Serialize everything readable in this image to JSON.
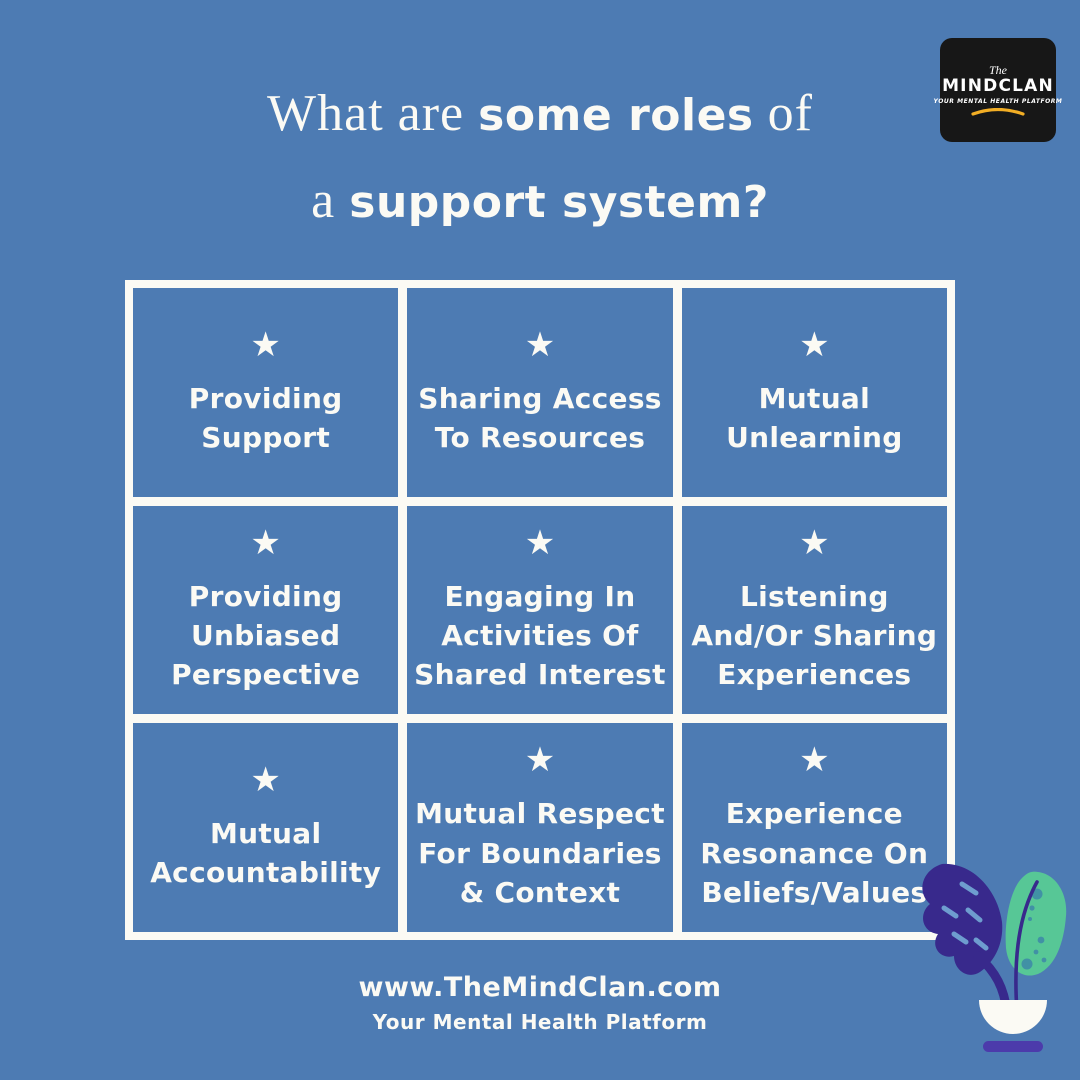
{
  "colors": {
    "bg": "#4d7bb3",
    "white": "#fbfaf4",
    "logo_bg": "#171717",
    "logo_yellow": "#f2ae25",
    "plant_purple": "#38298c",
    "plant_base": "#4c3bab",
    "plant_green": "#57c796",
    "plant_dot": "#4191a5",
    "leaf_dash": "#6e9dcf"
  },
  "title": {
    "serif_1": "What are ",
    "marker_1": "some roles",
    "serif_2": " of",
    "serif_3": "a ",
    "marker_2": "support system?"
  },
  "logo": {
    "the": "The",
    "name": "MINDCLAN",
    "tagline": "YOUR MENTAL HEALTH PLATFORM"
  },
  "icons": {
    "star": "★"
  },
  "grid": {
    "cells": [
      {
        "label": "Providing\nSupport"
      },
      {
        "label": "Sharing Access\nTo Resources"
      },
      {
        "label": "Mutual\nUnlearning"
      },
      {
        "label": "Providing\nUnbiased\nPerspective"
      },
      {
        "label": "Engaging In\nActivities Of\nShared Interest"
      },
      {
        "label": "Listening\nAnd/Or Sharing\nExperiences"
      },
      {
        "label": "Mutual\nAccountability"
      },
      {
        "label": "Mutual Respect\nFor Boundaries\n& Context"
      },
      {
        "label": "Experience\nResonance On\nBeliefs/Values"
      }
    ]
  },
  "footer": {
    "url": "www.TheMindClan.com",
    "tagline": "Your Mental Health Platform"
  }
}
